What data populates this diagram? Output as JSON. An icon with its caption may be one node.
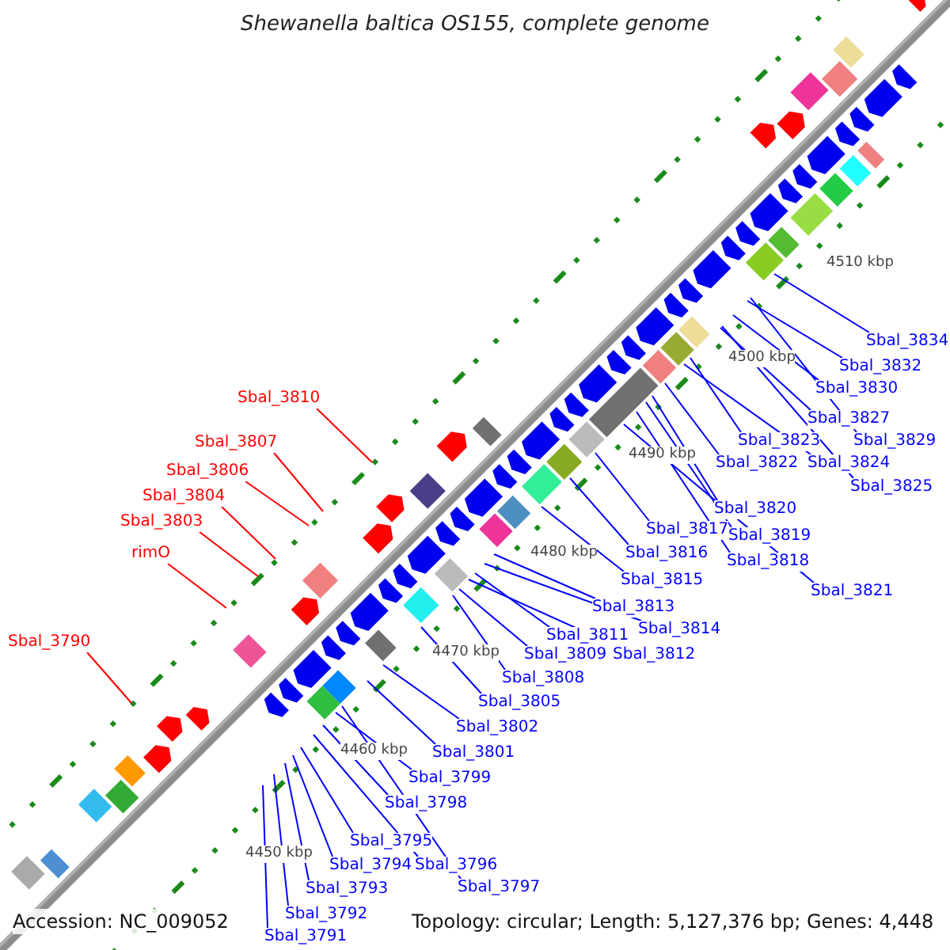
{
  "diagram": {
    "title": "Shewanella baltica OS155, complete genome",
    "nodes": [
      {
        "text": [
          "Sbal_3810"
        ]
      },
      {
        "text": [
          "Sbal_3807"
        ]
      },
      {
        "text": [
          "Sbal_3806"
        ]
      },
      {
        "text": [
          "Sbal_3804"
        ]
      },
      {
        "text": [
          "Sbal_3803"
        ]
      },
      {
        "text": [
          "rimO"
        ]
      },
      {
        "text": [
          "Sbal_3790"
        ]
      },
      {
        "text": [
          "Sbal_3834"
        ]
      },
      {
        "text": [
          "Sbal_3832"
        ]
      },
      {
        "text": [
          "Sbal_3830"
        ]
      },
      {
        "text": [
          "Sbal_3827"
        ]
      },
      {
        "text": [
          "Sbal_3829"
        ]
      },
      {
        "text": [
          "Sbal_3823"
        ]
      },
      {
        "text": [
          "Sbal_3822"
        ]
      },
      {
        "text": [
          "Sbal_3824"
        ]
      },
      {
        "text": [
          "Sbal_3825"
        ]
      },
      {
        "text": [
          "Sbal_3820"
        ]
      },
      {
        "text": [
          "Sbal_3817"
        ]
      },
      {
        "text": [
          "Sbal_3819"
        ]
      },
      {
        "text": [
          "Sbal_3816"
        ]
      },
      {
        "text": [
          "Sbal_3818"
        ]
      },
      {
        "text": [
          "Sbal_3815"
        ]
      },
      {
        "text": [
          "Sbal_3821"
        ]
      },
      {
        "text": [
          "Sbal_3813"
        ]
      },
      {
        "text": [
          "Sbal_3814"
        ]
      },
      {
        "text": [
          "Sbal_3811"
        ]
      },
      {
        "text": [
          "Sbal_3812"
        ]
      },
      {
        "text": [
          "Sbal_3809"
        ]
      },
      {
        "text": [
          "Sbal_3808"
        ]
      },
      {
        "text": [
          "Sbal_3805"
        ]
      },
      {
        "text": [
          "Sbal_3802"
        ]
      },
      {
        "text": [
          "Sbal_3801"
        ]
      },
      {
        "text": [
          "Sbal_3799"
        ]
      },
      {
        "text": [
          "Sbal_3798"
        ]
      },
      {
        "text": [
          "Sbal_3795"
        ]
      },
      {
        "text": [
          "Sbal_3794"
        ]
      },
      {
        "text": [
          "Sbal_3796"
        ]
      },
      {
        "text": [
          "Sbal_3793"
        ]
      },
      {
        "text": [
          "Sbal_3797"
        ]
      },
      {
        "text": [
          "Sbal_3792"
        ]
      },
      {
        "text": [
          "Sbal_3791"
        ]
      }
    ],
    "edges": [
      {
        "from": 0,
        "to": null,
        "arrow": "none",
        "color": "#ff0000"
      },
      {
        "from": 1,
        "to": null,
        "arrow": "none",
        "color": "#ff0000"
      },
      {
        "from": 2,
        "to": null,
        "arrow": "none",
        "color": "#ff0000"
      },
      {
        "from": 3,
        "to": null,
        "arrow": "none",
        "color": "#ff0000"
      },
      {
        "from": 4,
        "to": null,
        "arrow": "none",
        "color": "#ff0000"
      },
      {
        "from": 5,
        "to": null,
        "arrow": "none",
        "color": "#ff0000"
      },
      {
        "from": 6,
        "to": null,
        "arrow": "none",
        "color": "#ff0000"
      },
      {
        "from": 7,
        "to": null,
        "arrow": "none"
      },
      {
        "from": 8,
        "to": null,
        "arrow": "none"
      },
      {
        "from": 9,
        "to": null,
        "arrow": "none"
      },
      {
        "from": 10,
        "to": null,
        "arrow": "none"
      },
      {
        "from": 11,
        "to": null,
        "arrow": "none"
      },
      {
        "from": 12,
        "to": null,
        "arrow": "none"
      },
      {
        "from": 13,
        "to": null,
        "arrow": "none"
      },
      {
        "from": 14,
        "to": null,
        "arrow": "none"
      },
      {
        "from": 15,
        "to": null,
        "arrow": "none"
      },
      {
        "from": 16,
        "to": null,
        "arrow": "none"
      },
      {
        "from": 17,
        "to": null,
        "arrow": "none"
      },
      {
        "from": 18,
        "to": null,
        "arrow": "none"
      },
      {
        "from": 19,
        "to": null,
        "arrow": "none"
      },
      {
        "from": 20,
        "to": null,
        "arrow": "none"
      },
      {
        "from": 21,
        "to": null,
        "arrow": "none"
      },
      {
        "from": 22,
        "to": null,
        "arrow": "none"
      },
      {
        "from": 23,
        "to": null,
        "arrow": "none"
      },
      {
        "from": 24,
        "to": null,
        "arrow": "none"
      },
      {
        "from": 25,
        "to": null,
        "arrow": "none"
      },
      {
        "from": 26,
        "to": null,
        "arrow": "none"
      },
      {
        "from": 27,
        "to": null,
        "arrow": "none"
      },
      {
        "from": 28,
        "to": null,
        "arrow": "none"
      },
      {
        "from": 29,
        "to": null,
        "arrow": "none"
      },
      {
        "from": 30,
        "to": null,
        "arrow": "none"
      },
      {
        "from": 31,
        "to": null,
        "arrow": "none"
      },
      {
        "from": 32,
        "to": null,
        "arrow": "none"
      },
      {
        "from": 33,
        "to": null,
        "arrow": "none"
      },
      {
        "from": 34,
        "to": null,
        "arrow": "none"
      },
      {
        "from": 35,
        "to": null,
        "arrow": "none"
      },
      {
        "from": 36,
        "to": null,
        "arrow": "none"
      },
      {
        "from": 37,
        "to": null,
        "arrow": "none"
      },
      {
        "from": 38,
        "to": null,
        "arrow": "none"
      },
      {
        "from": 39,
        "to": null,
        "arrow": "none"
      },
      {
        "from": 40,
        "to": null,
        "arrow": "none"
      }
    ],
    "labels": [
      "4510 kbp",
      "4500 kbp",
      "4490 kbp",
      "4480 kbp",
      "4470 kbp",
      "4460 kbp",
      "4450 kbp",
      "Accession: NC_009052",
      "Topology: circular; Length: 5,127,376 bp; Genes: 4,448"
    ]
  }
}
